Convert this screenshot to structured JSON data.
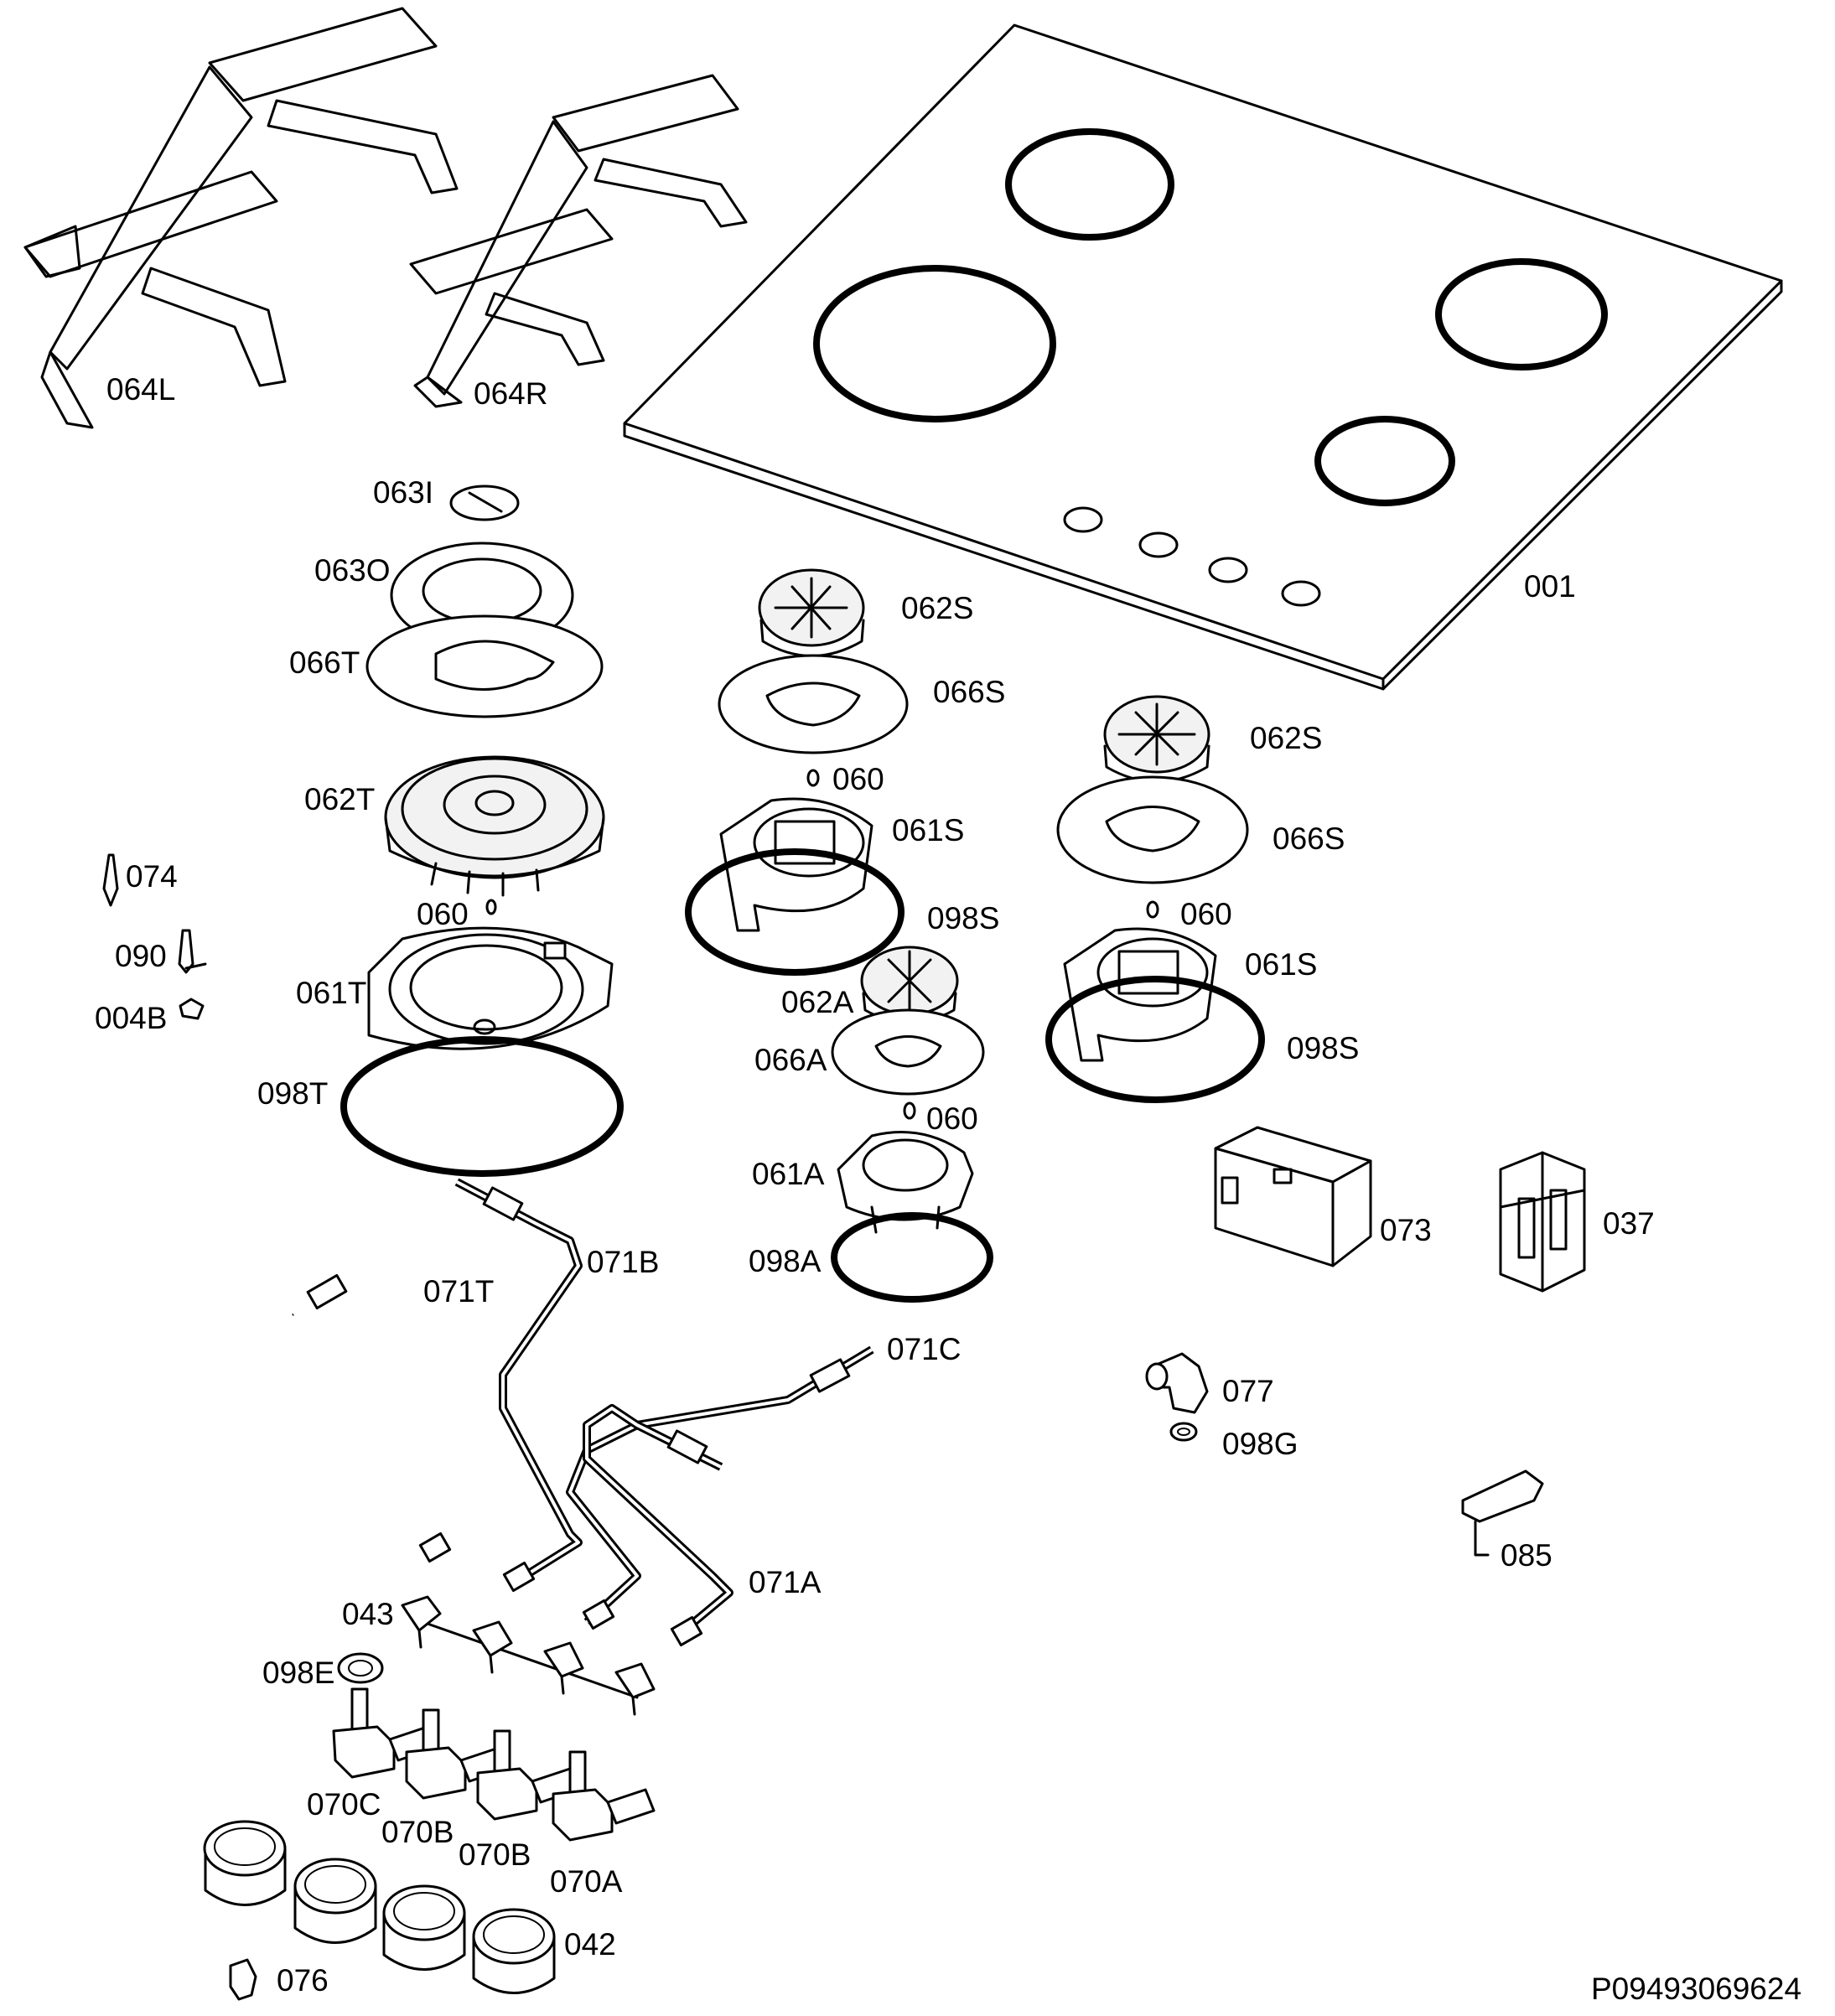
{
  "diagram_id": "P09493069624",
  "labels": {
    "l064L": "064L",
    "l064R": "064R",
    "l001": "001",
    "l063I": "063I",
    "l063O": "063O",
    "l066T": "066T",
    "l062T": "062T",
    "l074": "074",
    "l090": "090",
    "l004B": "004B",
    "l060_a": "060",
    "l061T": "061T",
    "l098T": "098T",
    "l062S_a": "062S",
    "l066S_a": "066S",
    "l060_b": "060",
    "l061S_a": "061S",
    "l098S_a": "098S",
    "l062S_b": "062S",
    "l066S_b": "066S",
    "l060_c": "060",
    "l061S_b": "061S",
    "l098S_b": "098S",
    "l062A": "062A",
    "l066A": "066A",
    "l060_d": "060",
    "l061A": "061A",
    "l098A": "098A",
    "l073": "073",
    "l037": "037",
    "l071B": "071B",
    "l071T": "071T",
    "l071C": "071C",
    "l071A": "071A",
    "l077": "077",
    "l098G": "098G",
    "l085": "085",
    "l043": "043",
    "l098E": "098E",
    "l070C": "070C",
    "l070B_a": "070B",
    "l070B_b": "070B",
    "l070A": "070A",
    "l042": "042",
    "l076": "076"
  }
}
